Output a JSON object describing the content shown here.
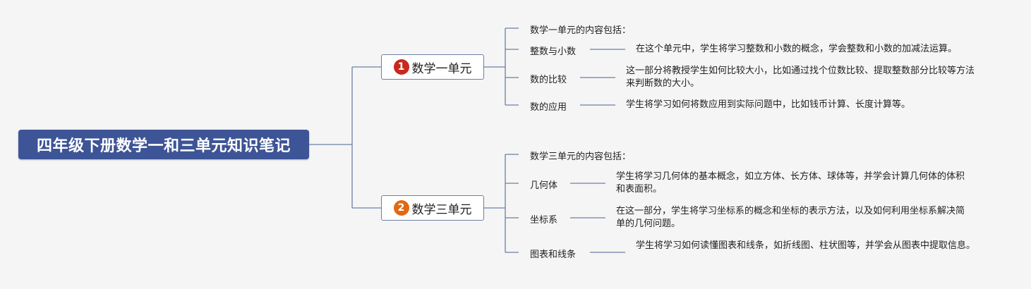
{
  "root": {
    "title": "四年级下册数学一和三单元知识笔记"
  },
  "branches": [
    {
      "badge": "1",
      "badge_color": "#c8281e",
      "label": "数学一单元",
      "intro": "数学一单元的内容包括：",
      "topics": [
        {
          "label": "整数与小数",
          "note": "在这个单元中，学生将学习整数和小数的概念，学会整数和小数的加减法运算。"
        },
        {
          "label": "数的比较",
          "note": "这一部分将教授学生如何比较大小，比如通过找个位数比较、提取整数部分比较等方法来判断数的大小。"
        },
        {
          "label": "数的应用",
          "note": "学生将学习如何将数应用到实际问题中，比如钱币计算、长度计算等。"
        }
      ]
    },
    {
      "badge": "2",
      "badge_color": "#e06a14",
      "label": "数学三单元",
      "intro": "数学三单元的内容包括：",
      "topics": [
        {
          "label": "几何体",
          "note": "学生将学习几何体的基本概念，如立方体、长方体、球体等，并学会计算几何体的体积和表面积。"
        },
        {
          "label": "坐标系",
          "note": "在这一部分，学生将学习坐标系的概念和坐标的表示方法，以及如何利用坐标系解决简单的几何问题。"
        },
        {
          "label": "图表和线条",
          "note": "学生将学习如何读懂图表和线条，如折线图、柱状图等，并学会从图表中提取信息。"
        }
      ]
    }
  ],
  "colors": {
    "root_bg": "#3d5496",
    "connector": "#6c7fa6",
    "background": "#f5f5f5"
  }
}
